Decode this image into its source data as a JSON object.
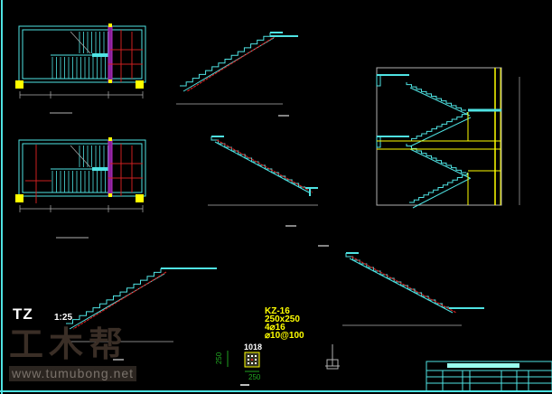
{
  "drawing": {
    "detail_title": "TZ",
    "detail_scale": "1:25",
    "column": {
      "name": "KZ-16",
      "size": "250x250",
      "main_bars": "4⌀16",
      "stirrups": "⌀10@100",
      "bar_mark": "1018",
      "dim_h": "250",
      "dim_w": "250"
    }
  },
  "watermark": {
    "logo": "工木帮",
    "url": "www.tumubong.net"
  },
  "colors": {
    "background": "#000000",
    "cyan": "#4fe3e3",
    "yellow": "#ffff00",
    "red": "#cc2020",
    "magenta": "#b030c0",
    "grey": "#b0b0b0",
    "green": "#20a020"
  }
}
